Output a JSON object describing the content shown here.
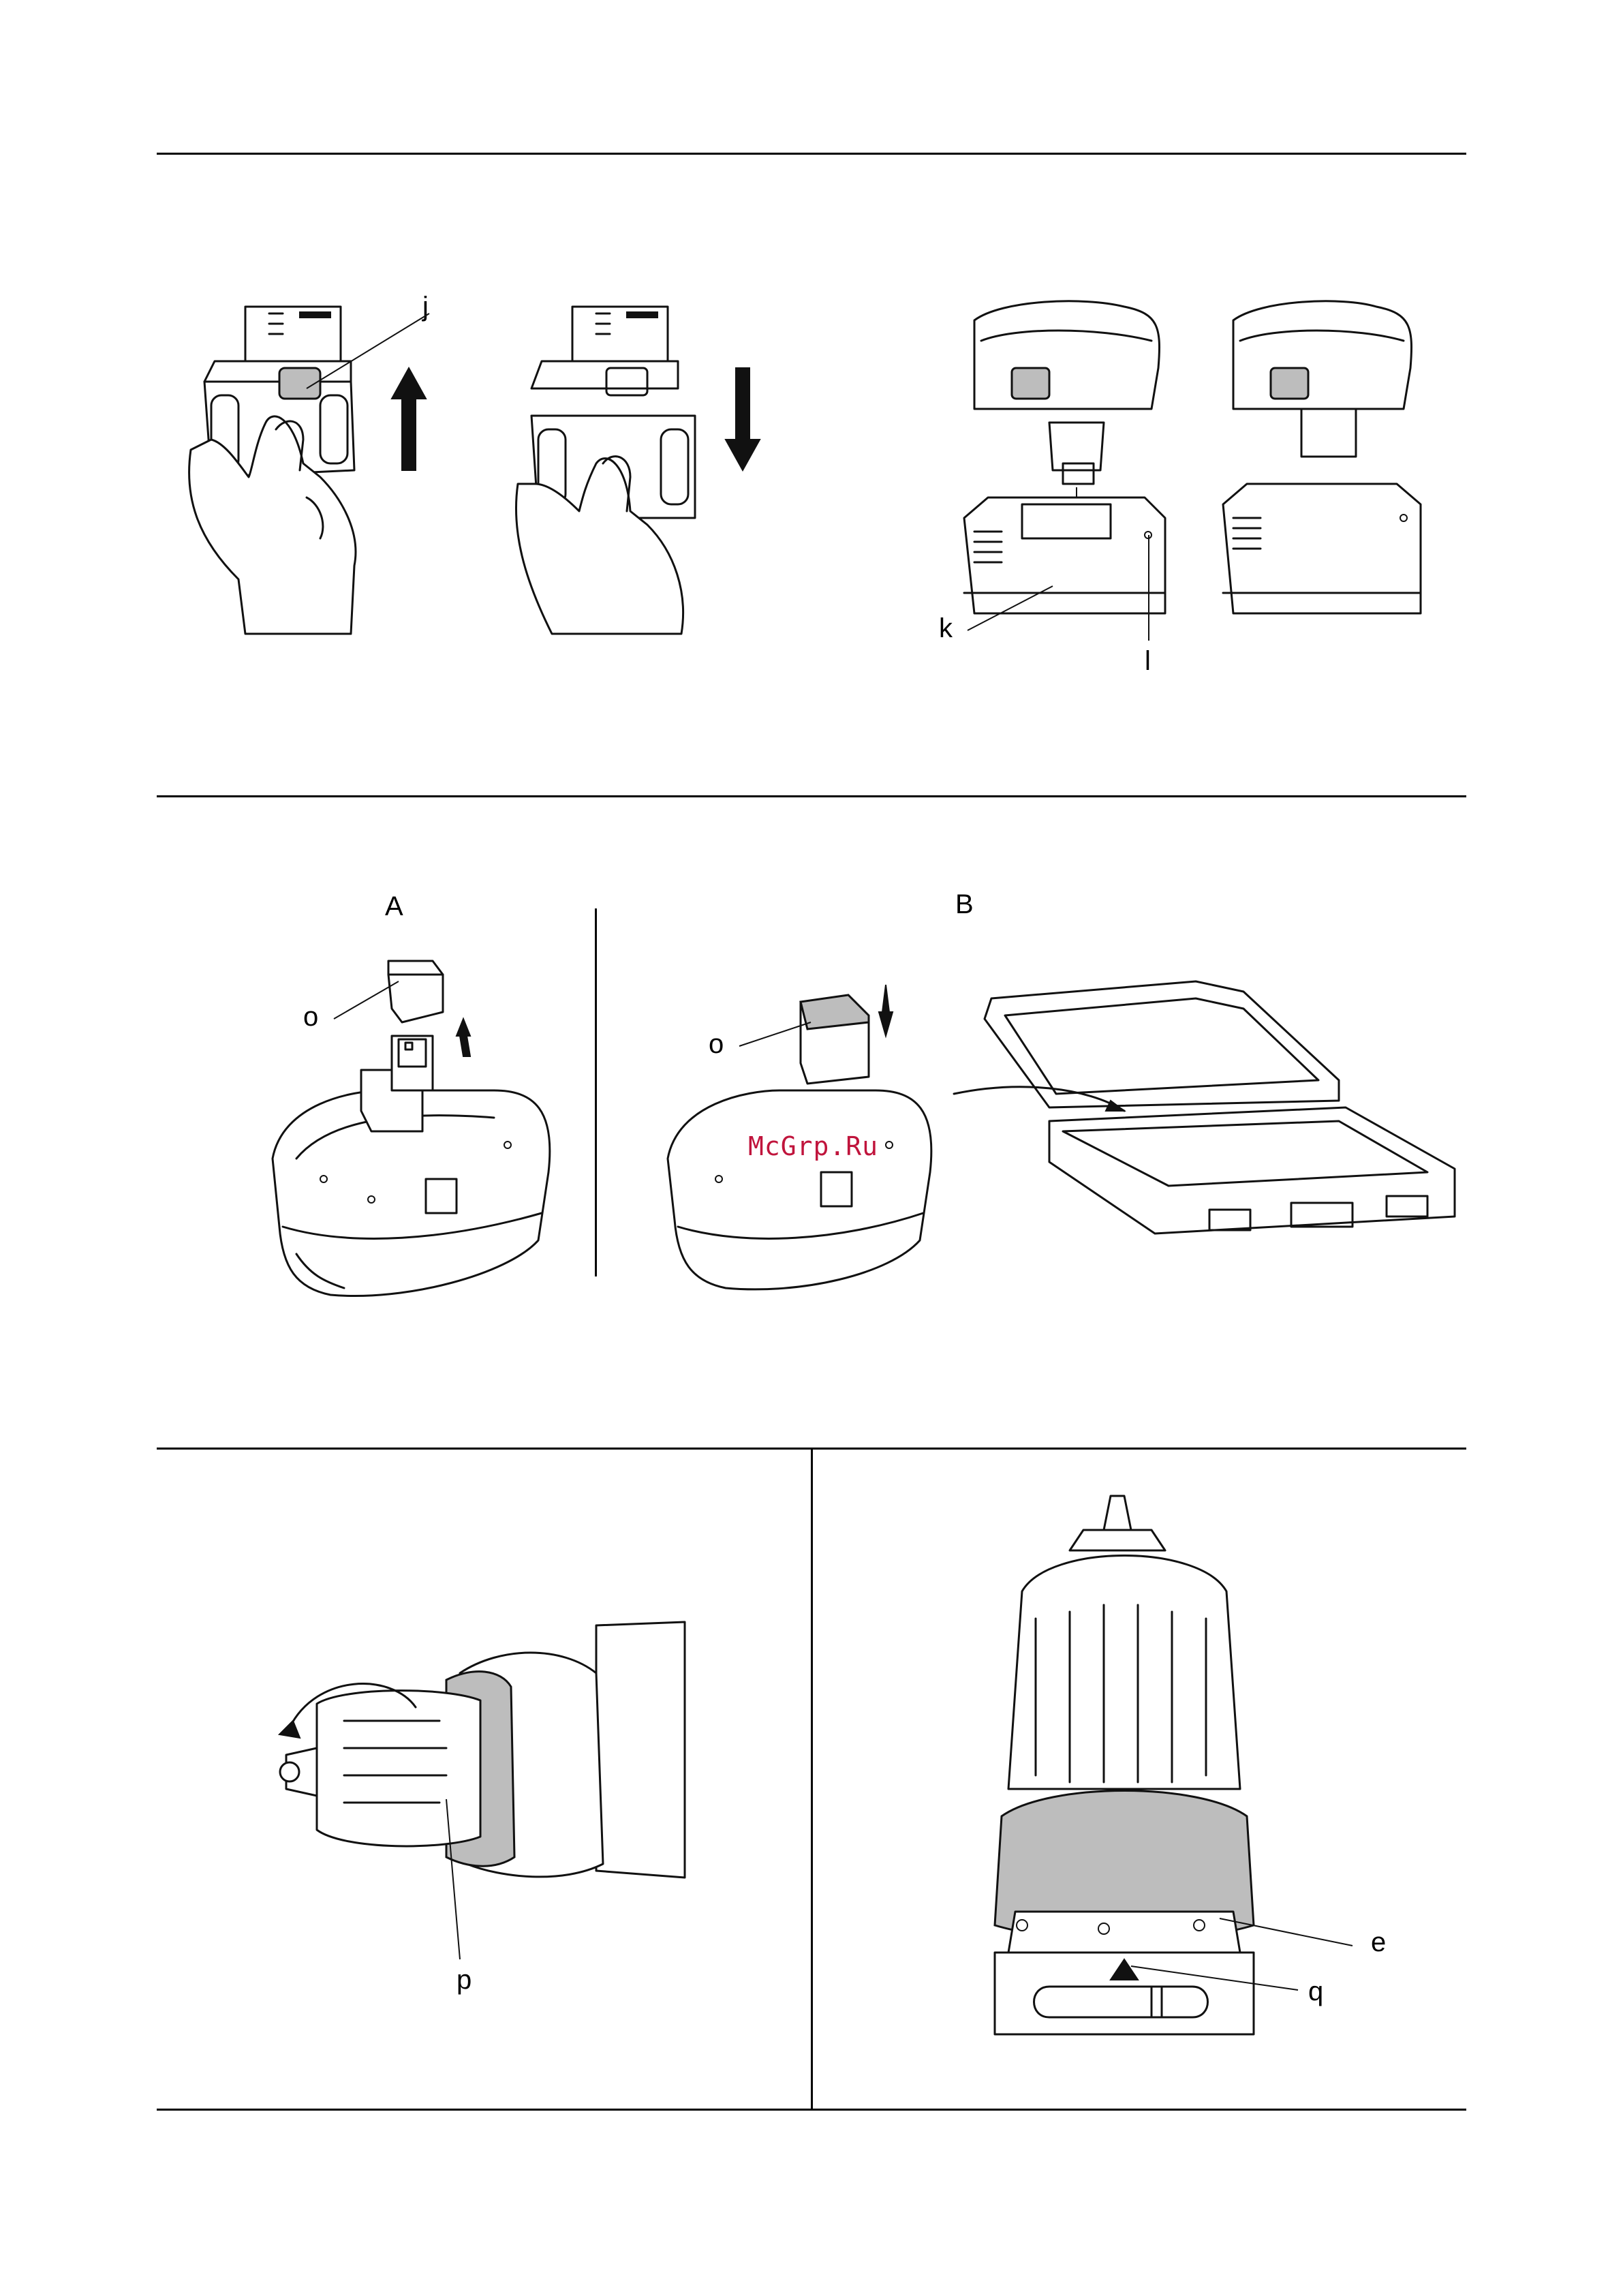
{
  "callouts": {
    "j": "j",
    "k": "k",
    "l": "l",
    "o_left": "o",
    "o_right": "o",
    "p": "p",
    "e": "e",
    "q": "q"
  },
  "panels": {
    "a": "A",
    "b": "B"
  },
  "watermark": "McGrp.Ru"
}
